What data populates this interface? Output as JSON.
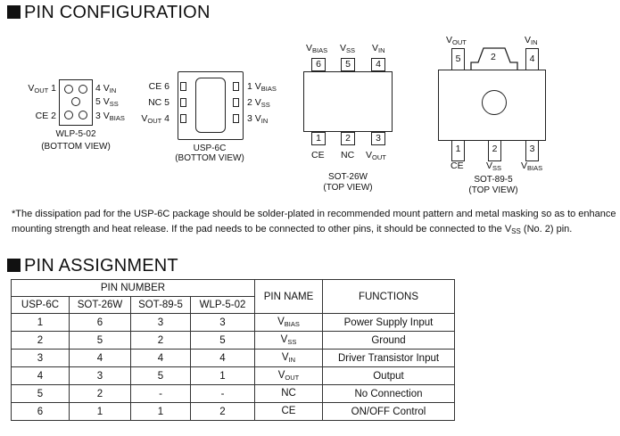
{
  "headings": {
    "pin_configuration": "PIN CONFIGURATION",
    "pin_assignment": "PIN ASSIGNMENT"
  },
  "packages": {
    "wlp": {
      "left_labels": [
        {
          "main": "V",
          "sub": "OUT",
          "num": "1"
        },
        {
          "main": "CE",
          "sub": "",
          "num": "2"
        }
      ],
      "right_labels": [
        {
          "num": "4",
          "main": "V",
          "sub": "IN"
        },
        {
          "num": "5",
          "main": "V",
          "sub": "SS"
        },
        {
          "num": "3",
          "main": "V",
          "sub": "BIAS"
        }
      ],
      "name": "WLP-5-02",
      "view": "(BOTTOM VIEW)"
    },
    "usp": {
      "left_labels": [
        {
          "main": "CE",
          "sub": "",
          "num": "6"
        },
        {
          "main": "NC",
          "sub": "",
          "num": "5"
        },
        {
          "main": "V",
          "sub": "OUT",
          "num": "4"
        }
      ],
      "right_labels": [
        {
          "num": "1",
          "main": "V",
          "sub": "BIAS"
        },
        {
          "num": "2",
          "main": "V",
          "sub": "SS"
        },
        {
          "num": "3",
          "main": "V",
          "sub": "IN"
        }
      ],
      "name": "USP-6C",
      "view": "(BOTTOM VIEW)"
    },
    "sot26w": {
      "top_labels": [
        {
          "main": "V",
          "sub": "BIAS"
        },
        {
          "main": "V",
          "sub": "SS"
        },
        {
          "main": "V",
          "sub": "IN"
        }
      ],
      "top_pins": [
        "6",
        "5",
        "4"
      ],
      "bottom_pins": [
        "1",
        "2",
        "3"
      ],
      "bottom_labels": [
        {
          "main": "CE",
          "sub": ""
        },
        {
          "main": "NC",
          "sub": ""
        },
        {
          "main": "V",
          "sub": "OUT"
        }
      ],
      "name": "SOT-26W",
      "view": "(TOP VIEW)"
    },
    "sot89": {
      "top_labels": [
        {
          "main": "V",
          "sub": "OUT"
        },
        {
          "main": "V",
          "sub": "IN"
        }
      ],
      "top_pins": [
        "5",
        "2",
        "4"
      ],
      "bottom_pins": [
        "1",
        "2",
        "3"
      ],
      "bottom_labels": [
        {
          "main": "CE",
          "sub": ""
        },
        {
          "main": "V",
          "sub": "SS"
        },
        {
          "main": "V",
          "sub": "BIAS"
        }
      ],
      "name": "SOT-89-5",
      "view": "(TOP VIEW)"
    }
  },
  "note": {
    "before_sub": "*The dissipation pad for the USP-6C package should be solder-plated in recommended mount pattern and metal masking so as to enhance mounting strength and heat release.    If the pad needs to be connected to other pins, it should be connected to the V",
    "sub": "SS",
    "after_sub": " (No. 2) pin."
  },
  "table": {
    "group_header": "PIN NUMBER",
    "col_pin_name": "PIN NAME",
    "col_functions": "FUNCTIONS",
    "sub_headers": [
      "USP-6C",
      "SOT-26W",
      "SOT-89-5",
      "WLP-5-02"
    ],
    "rows": [
      {
        "usp": "1",
        "sot26w": "6",
        "sot89": "3",
        "wlp": "3",
        "pin_main": "V",
        "pin_sub": "BIAS",
        "function": "Power Supply Input"
      },
      {
        "usp": "2",
        "sot26w": "5",
        "sot89": "2",
        "wlp": "5",
        "pin_main": "V",
        "pin_sub": "SS",
        "function": "Ground"
      },
      {
        "usp": "3",
        "sot26w": "4",
        "sot89": "4",
        "wlp": "4",
        "pin_main": "V",
        "pin_sub": "IN",
        "function": "Driver Transistor Input"
      },
      {
        "usp": "4",
        "sot26w": "3",
        "sot89": "5",
        "wlp": "1",
        "pin_main": "V",
        "pin_sub": "OUT",
        "function": "Output"
      },
      {
        "usp": "5",
        "sot26w": "2",
        "sot89": "-",
        "wlp": "-",
        "pin_main": "NC",
        "pin_sub": "",
        "function": "No Connection"
      },
      {
        "usp": "6",
        "sot26w": "1",
        "sot89": "1",
        "wlp": "2",
        "pin_main": "CE",
        "pin_sub": "",
        "function": "ON/OFF Control"
      }
    ]
  }
}
